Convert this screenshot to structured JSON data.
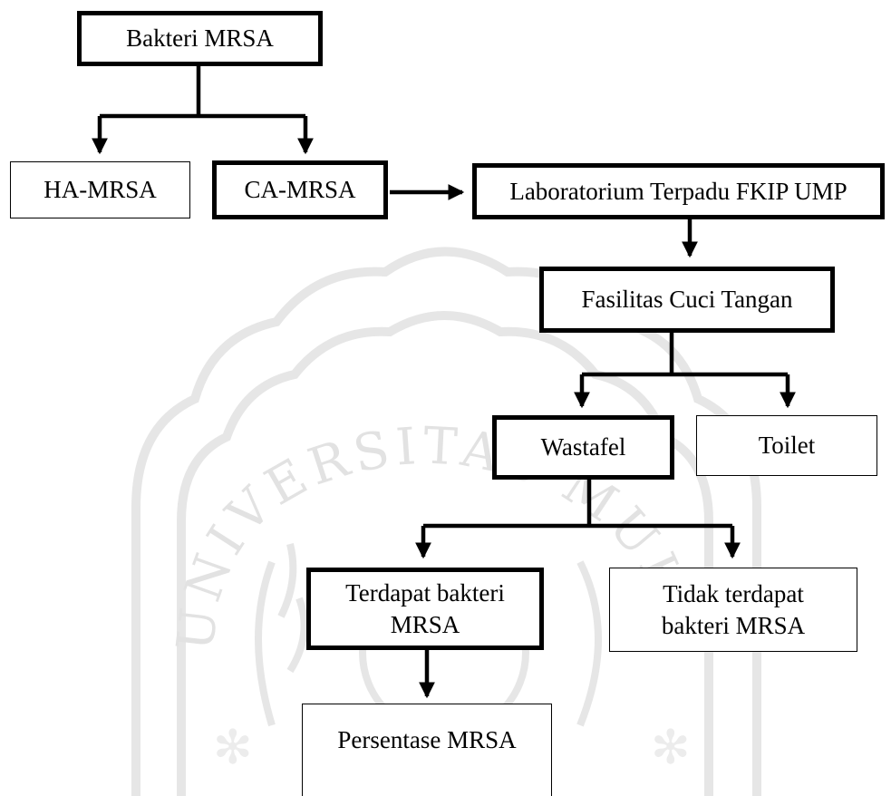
{
  "nodes": {
    "bakteri_mrsa": "Bakteri MRSA",
    "ha_mrsa": "HA-MRSA",
    "ca_mrsa": "CA-MRSA",
    "laboratorium": "Laboratorium Terpadu FKIP UMP",
    "fasilitas_cuci_tangan": "Fasilitas Cuci Tangan",
    "wastafel": "Wastafel",
    "toilet": "Toilet",
    "terdapat_bakteri": "Terdapat bakteri MRSA",
    "tidak_terdapat_bakteri": "Tidak terdapat bakteri MRSA",
    "persentase_mrsa": "Persentase MRSA"
  },
  "watermark": {
    "text": "UNIVERSITAS MUHAMMADIYAH",
    "color": "#e6e6e6"
  },
  "colors": {
    "line": "#000000",
    "box_border": "#000000",
    "background": "#ffffff"
  }
}
